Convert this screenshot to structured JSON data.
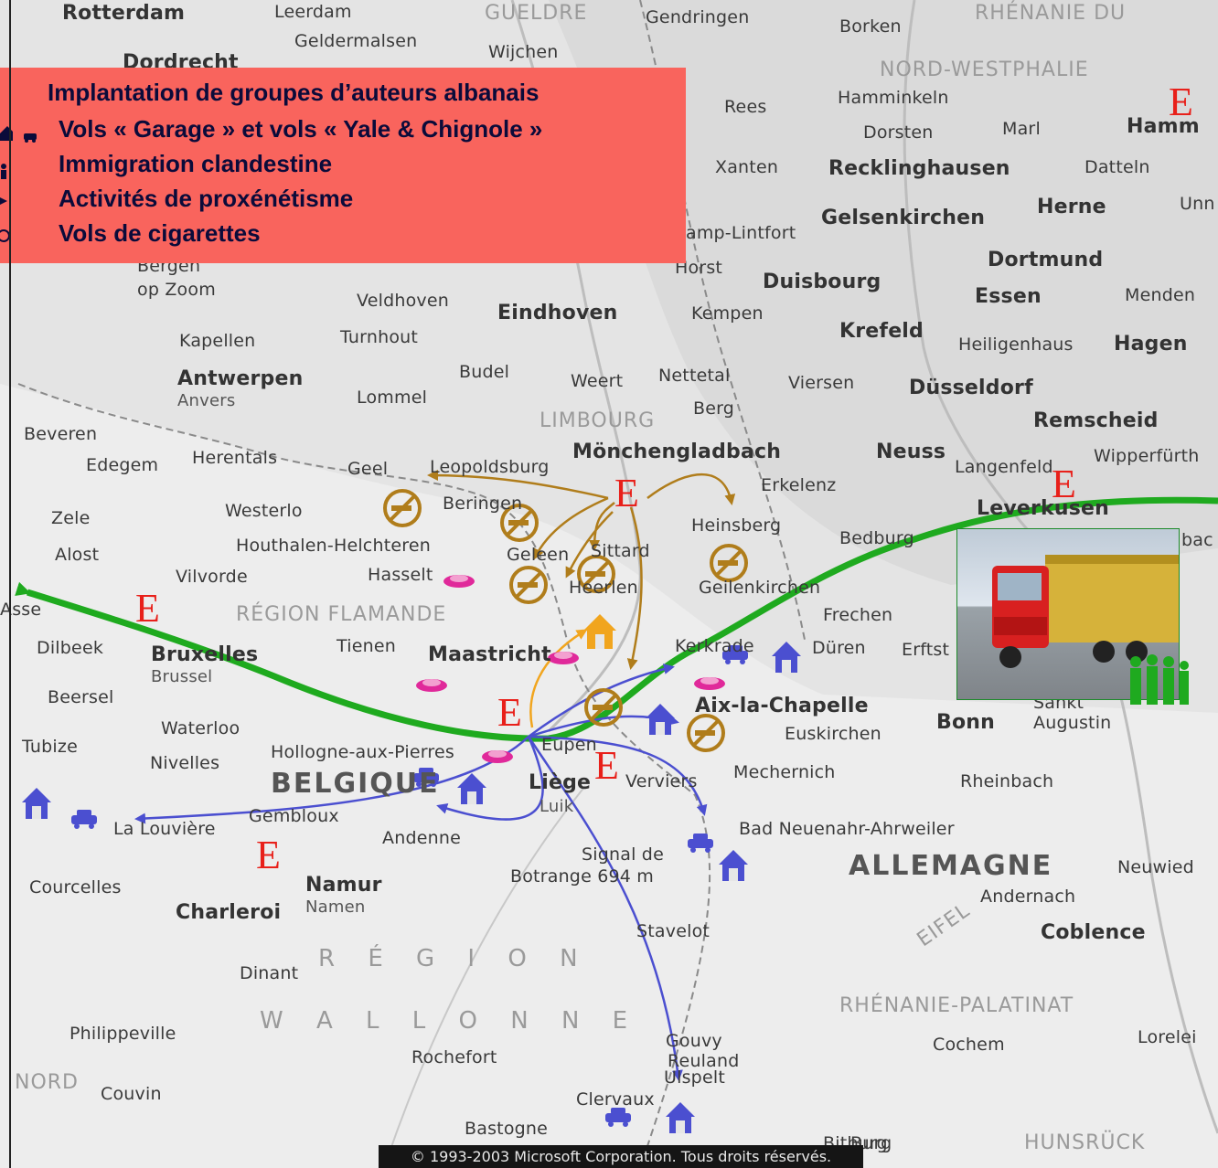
{
  "legend": {
    "title": "Implantation de groupes d’auteurs albanais",
    "items": [
      {
        "label": "Vols « Garage » et vols « Yale & Chignole »",
        "icon": "house-car-icon"
      },
      {
        "label": "Immigration clandestine",
        "icon": "people-icon"
      },
      {
        "label": "Activités de proxénétisme",
        "icon": "lips-icon"
      },
      {
        "label": "Vols de cigarettes",
        "icon": "no-smoking-icon"
      }
    ]
  },
  "marker_letter": "E",
  "copyright": "© 1993-2003 Microsoft Corporation. Tous droits réservés.",
  "colors": {
    "legend_bg": "#f9645d",
    "immigration_route": "#1faa1f",
    "garage_thefts": "#4b4fd0",
    "cigarette_thefts": "#b07d1b",
    "proxenetism": "#e0299a",
    "hub_marker": "#e8201a",
    "header_bar": "#1d9f84"
  },
  "places": [
    {
      "t": "Rotterdam",
      "c": "city"
    },
    {
      "t": "Leerdam",
      "c": ""
    },
    {
      "t": "GUELDRE",
      "c": "region"
    },
    {
      "t": "Gendringen",
      "c": ""
    },
    {
      "t": "Borken",
      "c": ""
    },
    {
      "t": "RHÉNANIE DU",
      "c": "region"
    },
    {
      "t": "Dordrecht",
      "c": "city"
    },
    {
      "t": "Geldermalsen",
      "c": ""
    },
    {
      "t": "Wijchen",
      "c": ""
    },
    {
      "t": "Rees",
      "c": ""
    },
    {
      "t": "NORD-WESTPHALIE",
      "c": "region"
    },
    {
      "t": "Hamminkeln",
      "c": ""
    },
    {
      "t": "Dorsten",
      "c": ""
    },
    {
      "t": "Marl",
      "c": ""
    },
    {
      "t": "Hamm",
      "c": "city"
    },
    {
      "t": "Xanten",
      "c": ""
    },
    {
      "t": "Recklinghausen",
      "c": "city"
    },
    {
      "t": "Datteln",
      "c": ""
    },
    {
      "t": "Gelsenkirchen",
      "c": "city"
    },
    {
      "t": "Herne",
      "c": "city"
    },
    {
      "t": "Unn",
      "c": ""
    },
    {
      "t": "amp-Lintfort",
      "c": ""
    },
    {
      "t": "Dortmund",
      "c": "city"
    },
    {
      "t": "Bergen",
      "c": ""
    },
    {
      "t": "op Zoom",
      "c": ""
    },
    {
      "t": "Horst",
      "c": ""
    },
    {
      "t": "Duisbourg",
      "c": "city"
    },
    {
      "t": "Essen",
      "c": "city"
    },
    {
      "t": "Menden",
      "c": ""
    },
    {
      "t": "Veldhoven",
      "c": ""
    },
    {
      "t": "Eindhoven",
      "c": "city"
    },
    {
      "t": "Kempen",
      "c": ""
    },
    {
      "t": "Krefeld",
      "c": "city"
    },
    {
      "t": "Kapellen",
      "c": ""
    },
    {
      "t": "Turnhout",
      "c": ""
    },
    {
      "t": "Heiligenhaus",
      "c": ""
    },
    {
      "t": "Hagen",
      "c": "city"
    },
    {
      "t": "Antwerpen",
      "c": "city"
    },
    {
      "t": "Anvers",
      "c": "sub"
    },
    {
      "t": "Budel",
      "c": ""
    },
    {
      "t": "Weert",
      "c": ""
    },
    {
      "t": "Nettetal",
      "c": ""
    },
    {
      "t": "Viersen",
      "c": ""
    },
    {
      "t": "Düsseldorf",
      "c": "city"
    },
    {
      "t": "Lommel",
      "c": ""
    },
    {
      "t": "Berg",
      "c": ""
    },
    {
      "t": "LIMBOURG",
      "c": "region"
    },
    {
      "t": "Beveren",
      "c": ""
    },
    {
      "t": "Remscheid",
      "c": "city"
    },
    {
      "t": "Mönchengladbach",
      "c": "city"
    },
    {
      "t": "Neuss",
      "c": "city"
    },
    {
      "t": "Edegem",
      "c": ""
    },
    {
      "t": "Herentals",
      "c": ""
    },
    {
      "t": "Geel",
      "c": ""
    },
    {
      "t": "Leopoldsburg",
      "c": ""
    },
    {
      "t": "Langenfeld",
      "c": ""
    },
    {
      "t": "Wipperfürth",
      "c": ""
    },
    {
      "t": "Erkelenz",
      "c": ""
    },
    {
      "t": "Beringen",
      "c": ""
    },
    {
      "t": "Zele",
      "c": ""
    },
    {
      "t": "Westerlo",
      "c": ""
    },
    {
      "t": "Heinsberg",
      "c": ""
    },
    {
      "t": "Leverkusen",
      "c": "city"
    },
    {
      "t": "Bedburg",
      "c": ""
    },
    {
      "t": "Houthalen-Helchteren",
      "c": ""
    },
    {
      "t": "Geleen",
      "c": ""
    },
    {
      "t": "Sittard",
      "c": ""
    },
    {
      "t": "bac",
      "c": ""
    },
    {
      "t": "Alost",
      "c": ""
    },
    {
      "t": "Vilvorde",
      "c": ""
    },
    {
      "t": "Hasselt",
      "c": ""
    },
    {
      "t": "Heerlen",
      "c": ""
    },
    {
      "t": "Geilenkirchen",
      "c": ""
    },
    {
      "t": "Frechen",
      "c": ""
    },
    {
      "t": "Asse",
      "c": ""
    },
    {
      "t": "RÉGION FLAMANDE",
      "c": "region"
    },
    {
      "t": "Dilbeek",
      "c": ""
    },
    {
      "t": "Bruxelles",
      "c": "city"
    },
    {
      "t": "Brussel",
      "c": "sub"
    },
    {
      "t": "Tienen",
      "c": ""
    },
    {
      "t": "Maastricht",
      "c": "city"
    },
    {
      "t": "Kerkrade",
      "c": ""
    },
    {
      "t": "Düren",
      "c": ""
    },
    {
      "t": "Erftst",
      "c": ""
    },
    {
      "t": "Beersel",
      "c": ""
    },
    {
      "t": "Aix-la-Chapelle",
      "c": "city"
    },
    {
      "t": "Sankt",
      "c": ""
    },
    {
      "t": "Augustin",
      "c": ""
    },
    {
      "t": "Tubize",
      "c": ""
    },
    {
      "t": "Waterloo",
      "c": ""
    },
    {
      "t": "Bonn",
      "c": "city"
    },
    {
      "t": "Euskirchen",
      "c": ""
    },
    {
      "t": "Eupen",
      "c": ""
    },
    {
      "t": "Nivelles",
      "c": ""
    },
    {
      "t": "Hollogne-aux-Pierres",
      "c": ""
    },
    {
      "t": "Mechernich",
      "c": ""
    },
    {
      "t": "BELGIQUE",
      "c": "big"
    },
    {
      "t": "Liège",
      "c": "city"
    },
    {
      "t": "Luik",
      "c": "sub"
    },
    {
      "t": "Verviers",
      "c": ""
    },
    {
      "t": "Rheinbach",
      "c": ""
    },
    {
      "t": "Gembloux",
      "c": ""
    },
    {
      "t": "La Louvière",
      "c": ""
    },
    {
      "t": "Bad Neuenahr-Ahrweiler",
      "c": ""
    },
    {
      "t": "Andenne",
      "c": ""
    },
    {
      "t": "Signal de",
      "c": ""
    },
    {
      "t": "Botrange 694 m",
      "c": ""
    },
    {
      "t": "ALLEMAGNE",
      "c": "big"
    },
    {
      "t": "Neuwied",
      "c": ""
    },
    {
      "t": "Courcelles",
      "c": ""
    },
    {
      "t": "Namur",
      "c": "city"
    },
    {
      "t": "Namen",
      "c": "sub"
    },
    {
      "t": "Charleroi",
      "c": "city"
    },
    {
      "t": "Andernach",
      "c": ""
    },
    {
      "t": "Coblence",
      "c": "city"
    },
    {
      "t": "Stavelot",
      "c": ""
    },
    {
      "t": "R É G I O N",
      "c": "wide"
    },
    {
      "t": "EIFEL",
      "c": "region"
    },
    {
      "t": "Dinant",
      "c": ""
    },
    {
      "t": "RHÉNANIE-PALATINAT",
      "c": "region"
    },
    {
      "t": "W A L L O N N E",
      "c": "wide"
    },
    {
      "t": "Philippeville",
      "c": ""
    },
    {
      "t": "Cochem",
      "c": ""
    },
    {
      "t": "Lorelei",
      "c": ""
    },
    {
      "t": "Gouvy",
      "c": ""
    },
    {
      "t": "Rochefort",
      "c": ""
    },
    {
      "t": "Burg",
      "c": ""
    },
    {
      "t": "Reuland",
      "c": ""
    },
    {
      "t": "Ulspelt",
      "c": ""
    },
    {
      "t": "NORD",
      "c": "region"
    },
    {
      "t": "Couvin",
      "c": ""
    },
    {
      "t": "Clervaux",
      "c": ""
    },
    {
      "t": "Bastogne",
      "c": ""
    },
    {
      "t": "Bitburg",
      "c": ""
    },
    {
      "t": "HUNSRÜCK",
      "c": "region"
    }
  ]
}
